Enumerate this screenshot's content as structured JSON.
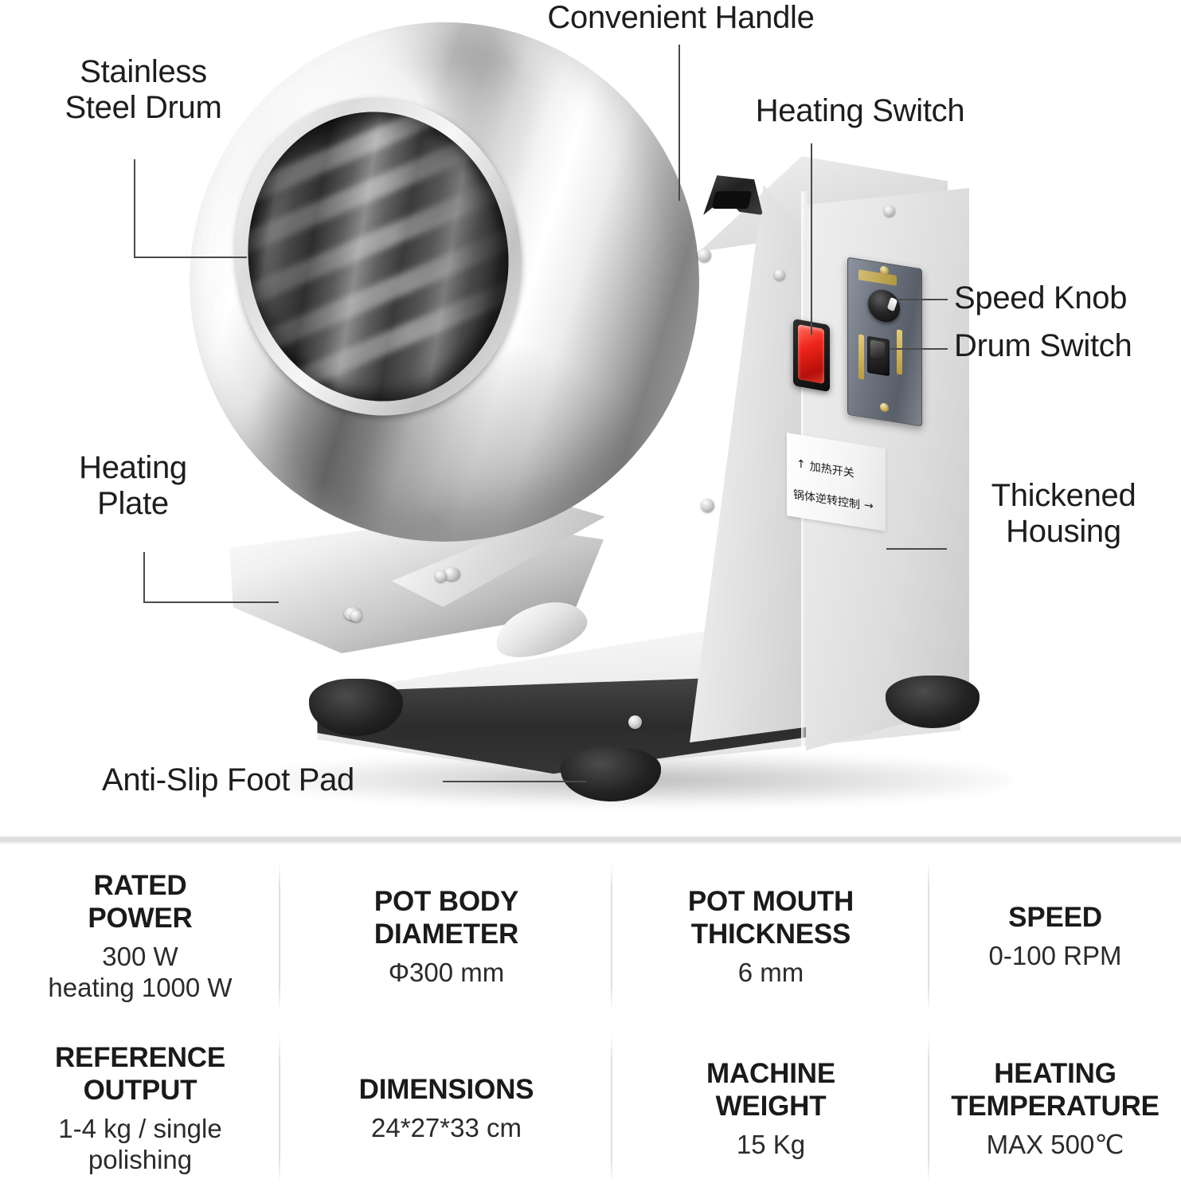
{
  "product_diagram": {
    "callouts": [
      {
        "id": "stainless-steel-drum",
        "label": "Stainless\nSteel Drum"
      },
      {
        "id": "convenient-handle",
        "label": "Convenient Handle"
      },
      {
        "id": "heating-switch",
        "label": "Heating Switch"
      },
      {
        "id": "speed-knob",
        "label": "Speed Knob"
      },
      {
        "id": "drum-switch",
        "label": "Drum Switch"
      },
      {
        "id": "thickened-housing",
        "label": "Thickened\nHousing"
      },
      {
        "id": "heating-plate",
        "label": "Heating\nPlate"
      },
      {
        "id": "anti-slip-foot-pad",
        "label": "Anti-Slip Foot Pad"
      }
    ],
    "machine_sticker": {
      "line1_arrow": "↑",
      "line1_text": "加热开关",
      "line2_text": "锅体逆转控制",
      "line2_arrow": "→"
    },
    "colors": {
      "switch_red": "#ef2418",
      "panel_gray": "#6f7682",
      "accent_gold": "#c9ad5a",
      "leader_line": "#4a4a4a",
      "text": "#1d1d1d"
    }
  },
  "specs": {
    "divider_color": "#dcdcdc",
    "items": [
      {
        "id": "rated-power",
        "title": "RATED\nPOWER",
        "value": "300 W\nheating 1000 W"
      },
      {
        "id": "pot-body-diameter",
        "title": "POT BODY\nDIAMETER",
        "value": "Φ300 mm"
      },
      {
        "id": "pot-mouth-thickness",
        "title": "POT MOUTH\nTHICKNESS",
        "value": "6 mm"
      },
      {
        "id": "speed",
        "title": "SPEED",
        "value": "0-100 RPM"
      },
      {
        "id": "reference-output",
        "title": "REFERENCE\nOUTPUT",
        "value": "1-4 kg / single\npolishing"
      },
      {
        "id": "dimensions",
        "title": "DIMENSIONS",
        "value": "24*27*33 cm"
      },
      {
        "id": "machine-weight",
        "title": "MACHINE\nWEIGHT",
        "value": "15 Kg"
      },
      {
        "id": "heating-temperature",
        "title": "HEATING\nTEMPERATURE",
        "value": "MAX 500℃"
      }
    ]
  }
}
